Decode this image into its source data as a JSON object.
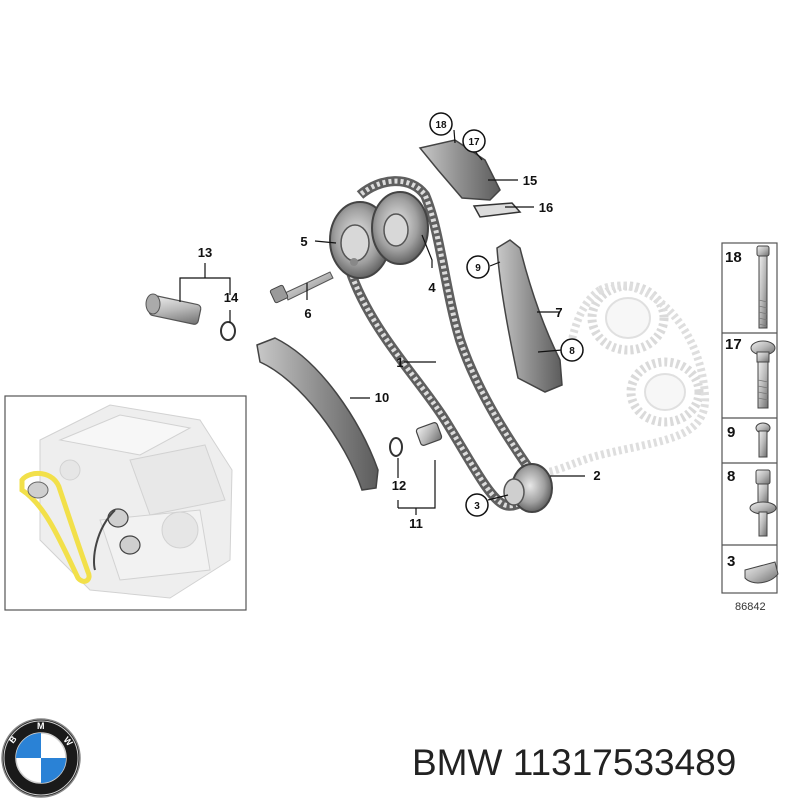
{
  "diagram": {
    "callouts": {
      "c1": "1",
      "c2": "2",
      "c3": "3",
      "c4": "4",
      "c5": "5",
      "c6": "6",
      "c7": "7",
      "c8": "8",
      "c9": "9",
      "c10": "10",
      "c11": "11",
      "c12": "12",
      "c13": "13",
      "c14": "14",
      "c15": "15",
      "c16": "16",
      "c17": "17",
      "c18": "18"
    },
    "legend": {
      "items": [
        "18",
        "17",
        "9",
        "8",
        "3"
      ]
    },
    "figure_id": "86842"
  },
  "footer": {
    "brand": "BMW",
    "part_number": "11317533489",
    "logo_letters": "BMW",
    "colors": {
      "logo_blue": "#2a82d6",
      "logo_ring": "#1a1a1a",
      "highlight": "#f2e04a"
    }
  }
}
